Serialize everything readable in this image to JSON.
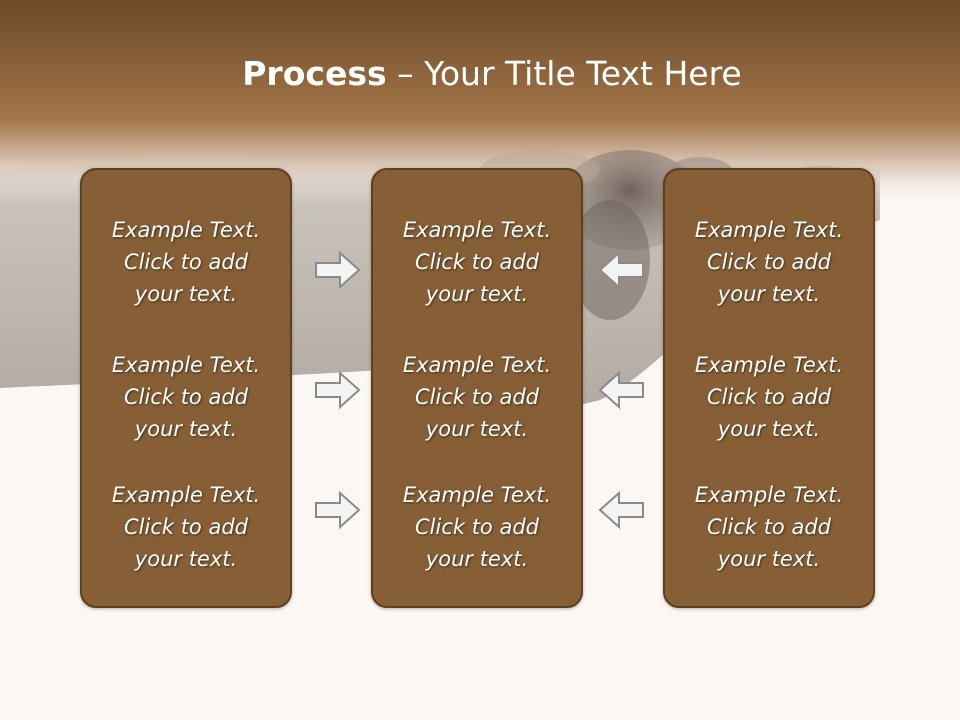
{
  "title": {
    "bold": "Process",
    "rest": " – Your Title Text Here"
  },
  "columns": [
    {
      "blocks": [
        {
          "lines": [
            "Example Text.",
            "Click  to add",
            "your text."
          ]
        },
        {
          "lines": [
            "Example Text.",
            "Click  to add",
            "your text."
          ]
        },
        {
          "lines": [
            "Example Text.",
            "Click  to add",
            "your text."
          ]
        }
      ]
    },
    {
      "blocks": [
        {
          "lines": [
            "Example Text.",
            "Click  to add",
            "your text."
          ]
        },
        {
          "lines": [
            "Example Text.",
            "Click  to add",
            "your text."
          ]
        },
        {
          "lines": [
            "Example Text.",
            "Click  to add",
            "your text."
          ]
        }
      ]
    },
    {
      "blocks": [
        {
          "lines": [
            "Example Text.",
            "Click  to add",
            "your text."
          ]
        },
        {
          "lines": [
            "Example Text.",
            "Click  to add",
            "your text."
          ]
        },
        {
          "lines": [
            "Example Text.",
            "Click  to add",
            "your text."
          ]
        }
      ]
    }
  ],
  "arrows": {
    "left_group": {
      "direction": "right",
      "icon": "right-arrow-icon"
    },
    "right_group": {
      "direction": "left",
      "icon": "left-arrow-icon"
    }
  },
  "colors": {
    "box_fill": "#875f36",
    "box_border": "#5e3f1e",
    "header_brown": "#7e5834",
    "arrow_fill": "#f4f4f4",
    "arrow_stroke": "#8a8a8a"
  }
}
